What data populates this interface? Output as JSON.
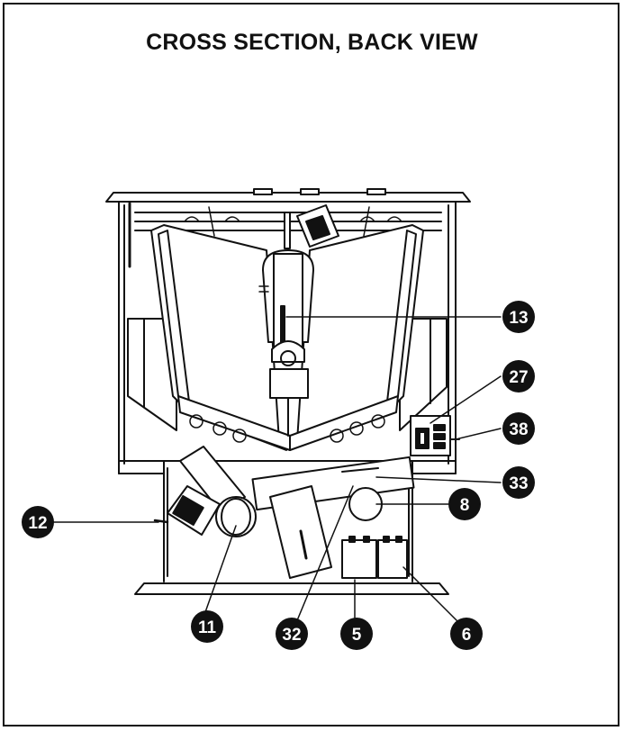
{
  "title": "CROSS SECTION, BACK VIEW",
  "callouts": [
    {
      "id": "c13",
      "label": "13"
    },
    {
      "id": "c27",
      "label": "27"
    },
    {
      "id": "c38",
      "label": "38"
    },
    {
      "id": "c33",
      "label": "33"
    },
    {
      "id": "c8",
      "label": "8"
    },
    {
      "id": "c12",
      "label": "12"
    },
    {
      "id": "c11",
      "label": "11"
    },
    {
      "id": "c32",
      "label": "32"
    },
    {
      "id": "c5",
      "label": "5"
    },
    {
      "id": "c6",
      "label": "6"
    }
  ]
}
